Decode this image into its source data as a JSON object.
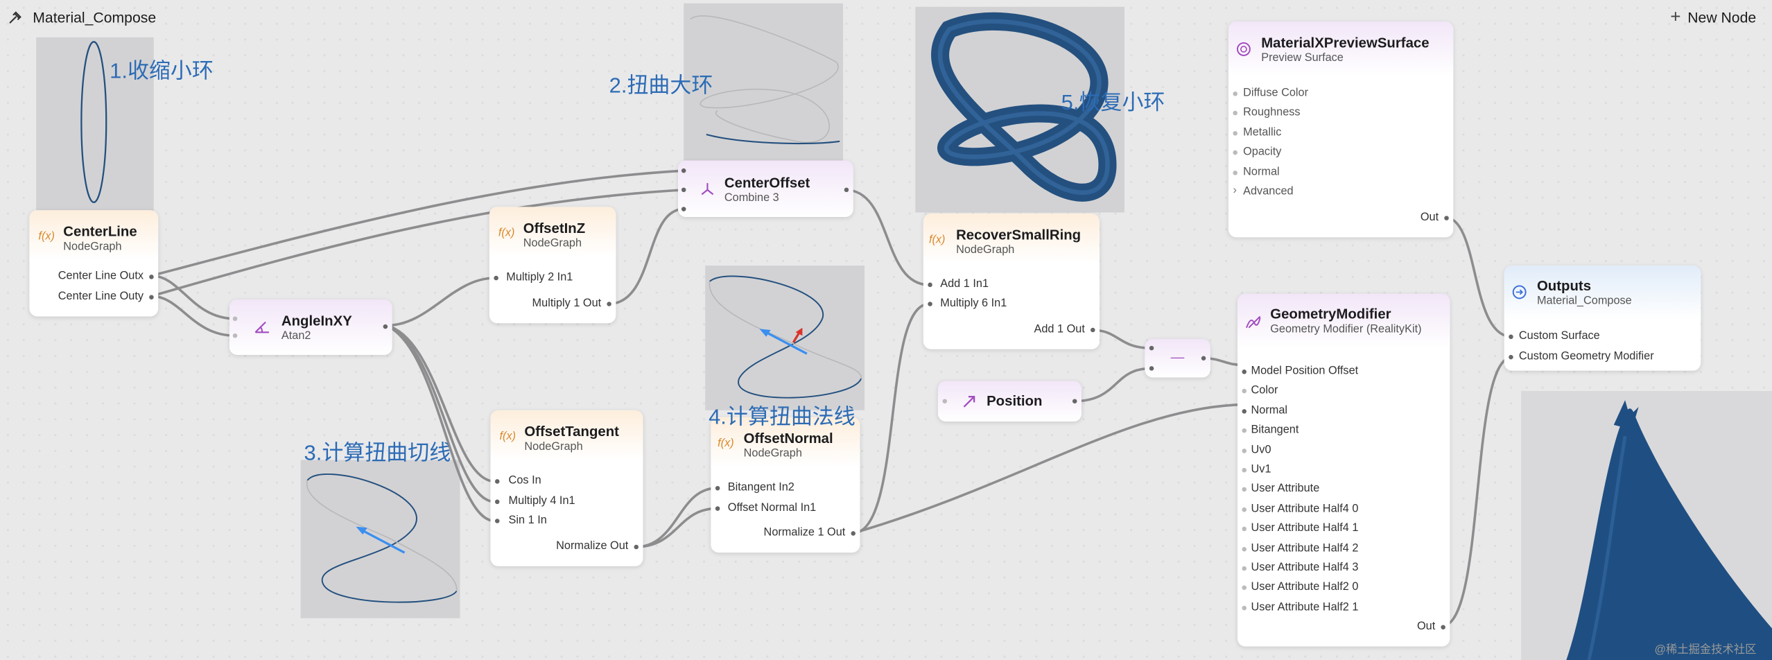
{
  "app": {
    "title": "Material_Compose",
    "new_node_label": "New Node"
  },
  "annotations": {
    "step1": "1.收缩小环",
    "step2": "2.扭曲大环",
    "step3": "3.计算扭曲切线",
    "step4": "4.计算扭曲法线",
    "step5": "5.恢复小环"
  },
  "nodes": {
    "centerline": {
      "icon": "function-icon",
      "icon_text": "f(x)",
      "title": "CenterLine",
      "subtitle": "NodeGraph",
      "outputs": [
        "Center Line Outx",
        "Center Line Outy"
      ]
    },
    "angleinxy": {
      "icon": "angle-icon",
      "title": "AngleInXY",
      "subtitle": "Atan2"
    },
    "offsetinz": {
      "icon": "function-icon",
      "icon_text": "f(x)",
      "title": "OffsetInZ",
      "subtitle": "NodeGraph",
      "inputs": [
        "Multiply 2 In1"
      ],
      "outputs": [
        "Multiply 1 Out"
      ]
    },
    "centeroffset": {
      "icon": "combine-icon",
      "title": "CenterOffset",
      "subtitle": "Combine 3"
    },
    "offsettangent": {
      "icon": "function-icon",
      "icon_text": "f(x)",
      "title": "OffsetTangent",
      "subtitle": "NodeGraph",
      "inputs": [
        "Cos In",
        "Multiply 4 In1",
        "Sin 1 In"
      ],
      "outputs": [
        "Normalize Out"
      ]
    },
    "offsetnormal": {
      "icon": "function-icon",
      "icon_text": "f(x)",
      "title": "OffsetNormal",
      "subtitle": "NodeGraph",
      "inputs": [
        "Bitangent In2",
        "Offset Normal In1"
      ],
      "outputs": [
        "Normalize 1 Out"
      ]
    },
    "recoversmallring": {
      "icon": "function-icon",
      "icon_text": "f(x)",
      "title": "RecoverSmallRing",
      "subtitle": "NodeGraph",
      "inputs": [
        "Add 1 In1",
        "Multiply 6 In1"
      ],
      "outputs": [
        "Add 1 Out"
      ]
    },
    "subtract": {
      "icon": "minus-icon",
      "icon_text": "—"
    },
    "position": {
      "icon": "arrow-icon",
      "title": "Position"
    },
    "previewsurface": {
      "icon": "sphere-icon",
      "title": "MaterialXPreviewSurface",
      "subtitle": "Preview Surface",
      "inputs": [
        "Diffuse Color",
        "Roughness",
        "Metallic",
        "Opacity",
        "Normal",
        "Advanced"
      ],
      "outputs": [
        "Out"
      ]
    },
    "geometrymodifier": {
      "icon": "modifier-icon",
      "title": "GeometryModifier",
      "subtitle": "Geometry Modifier (RealityKit)",
      "inputs": [
        "Model Position Offset",
        "Color",
        "Normal",
        "Bitangent",
        "Uv0",
        "Uv1",
        "User Attribute",
        "User Attribute Half4 0",
        "User Attribute Half4 1",
        "User Attribute Half4 2",
        "User Attribute Half4 3",
        "User Attribute Half2 0",
        "User Attribute Half2 1"
      ],
      "outputs": [
        "Out"
      ]
    },
    "outputs": {
      "icon": "output-icon",
      "title": "Outputs",
      "subtitle": "Material_Compose",
      "inputs": [
        "Custom Surface",
        "Custom Geometry Modifier"
      ]
    }
  },
  "colors": {
    "accent_annotation": "#2c6bb5",
    "wire": "#8d8d8f",
    "ring_blue": "#24507f",
    "arrow_blue": "#3b8ff0",
    "arrow_red": "#d9342b"
  },
  "watermark": "@稀土掘金技术社区"
}
